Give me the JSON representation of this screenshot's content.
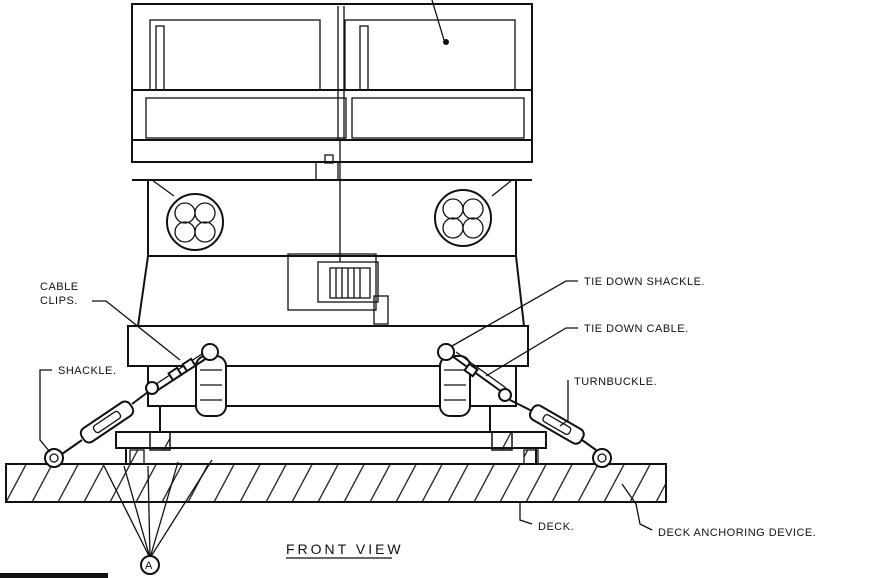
{
  "drawing": {
    "title": "FRONT VIEW",
    "labels": {
      "cable_clips_1": "CABLE",
      "cable_clips_2": "CLIPS.",
      "shackle": "SHACKLE.",
      "tie_down_shackle": "TIE DOWN SHACKLE.",
      "tie_down_cable": "TIE DOWN CABLE.",
      "turnbuckle": "TURNBUCKLE.",
      "deck": "DECK.",
      "deck_anchoring_device": "DECK ANCHORING DEVICE.",
      "callout_a": "A"
    }
  }
}
